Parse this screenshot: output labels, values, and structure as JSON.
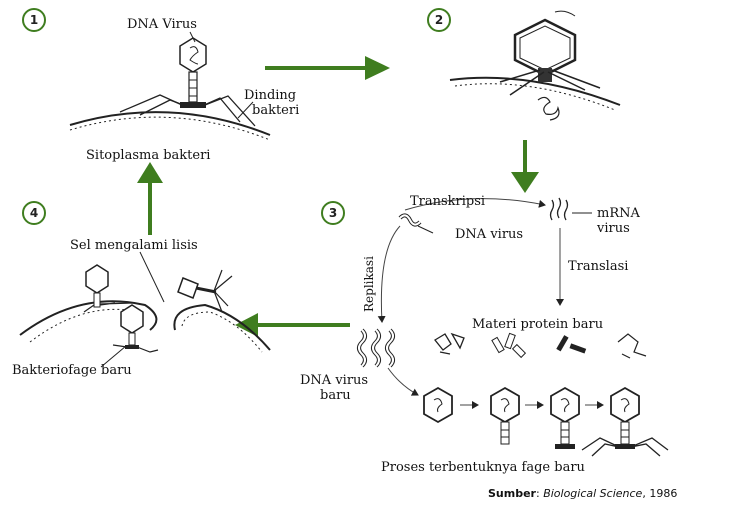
{
  "colors": {
    "arrow_green": "#3f7d1f",
    "line": "#222222"
  },
  "steps": [
    "1",
    "2",
    "3",
    "4"
  ],
  "labels": {
    "dna_virus_top": "DNA Virus",
    "dinding": "Dinding",
    "bakteri": "bakteri",
    "sitoplasma": "Sitoplasma bakteri",
    "transkripsi": "Transkripsi",
    "mrna": "mRNA",
    "virus": "virus",
    "dna_virus_mid": "DNA virus",
    "translasi": "Translasi",
    "replikasi": "Replikasi",
    "materi": "Materi protein baru",
    "dna_virus_baru_1": "DNA virus",
    "dna_virus_baru_2": "baru",
    "proses": "Proses terbentuknya fage baru",
    "sel_lisis": "Sel mengalami lisis",
    "bakteriofage": "Bakteriofage baru"
  },
  "source": {
    "label": "Sumber",
    "title": "Biological Science",
    "year": ", 1986"
  }
}
